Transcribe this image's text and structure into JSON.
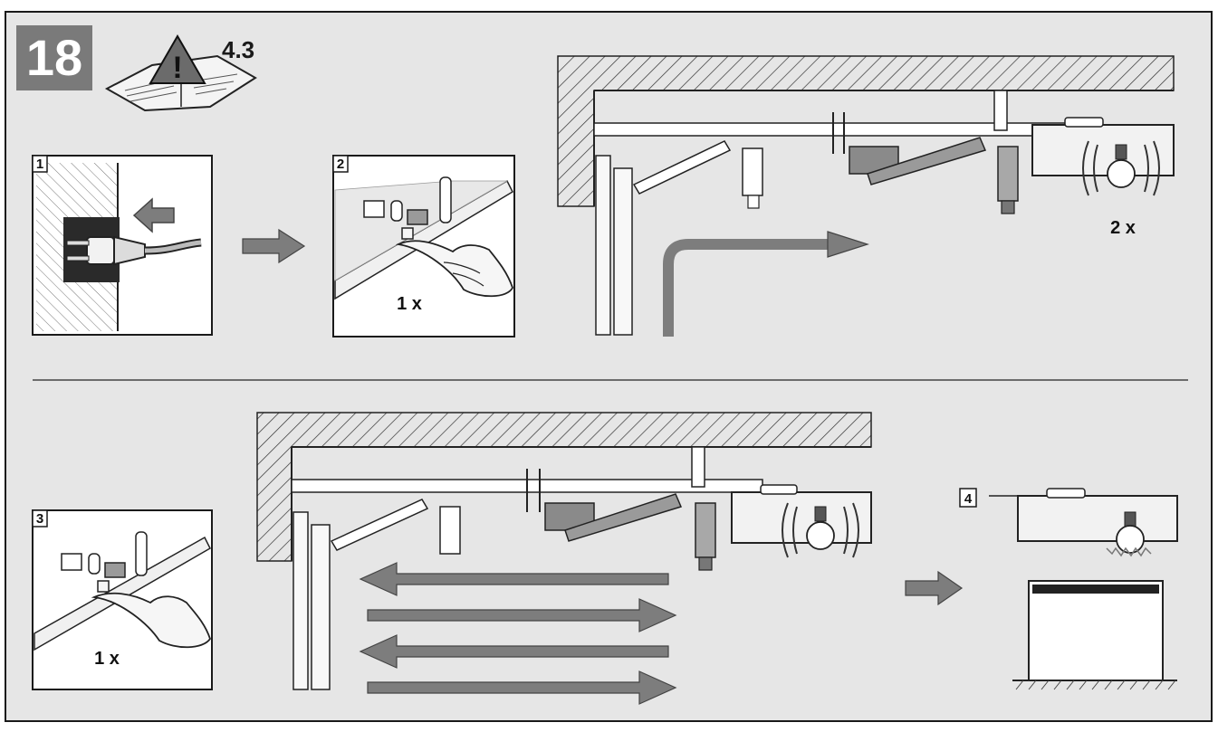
{
  "step": {
    "number": "18",
    "reference": "4.3"
  },
  "panels": [
    {
      "label": "1"
    },
    {
      "label": "2",
      "count": "1 x"
    },
    {
      "label": "3",
      "count": "1 x"
    },
    {
      "label": "4"
    }
  ],
  "light_blink_count": "2 x",
  "colors": {
    "background": "#e6e6e6",
    "line": "#1a1a1a",
    "arrow": "#7d7d7d",
    "badge": "#7a7a7a"
  },
  "icons": [
    "warning-manual-icon",
    "plug-icon",
    "hand-press-icon",
    "lamp-icon",
    "arrow-icon"
  ]
}
